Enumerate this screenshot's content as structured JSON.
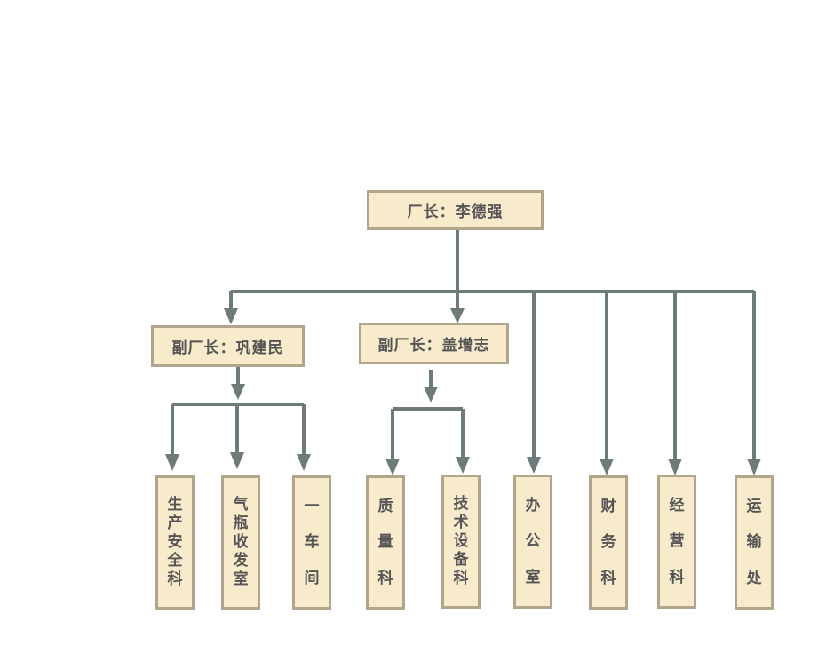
{
  "director": {
    "label": "厂长：李德强"
  },
  "deputies": [
    {
      "label": "副厂长：巩建民"
    },
    {
      "label": "副厂长：盖增志"
    }
  ],
  "departments": [
    {
      "label": "生产安全科"
    },
    {
      "label": "气瓶收发室"
    },
    {
      "label": "一车间"
    },
    {
      "label": "质量科"
    },
    {
      "label": "技术设备科"
    },
    {
      "label": "办公室"
    },
    {
      "label": "财务科"
    },
    {
      "label": "经营科"
    },
    {
      "label": "运输处"
    }
  ],
  "colors": {
    "box_fill": "#f7ebcb",
    "box_border": "#b1a58c",
    "connector": "#6d7b7a",
    "text": "#555555"
  }
}
